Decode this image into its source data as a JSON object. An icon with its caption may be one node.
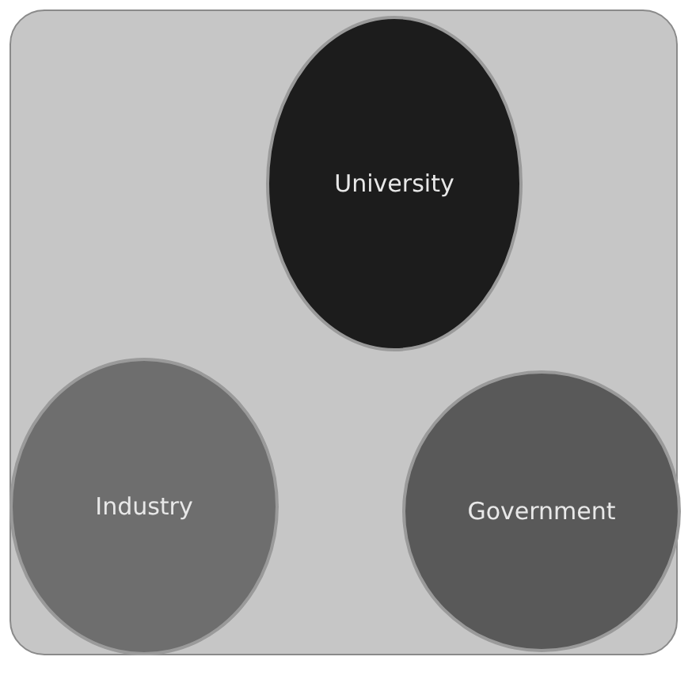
{
  "diagram": {
    "nodes": [
      {
        "text": [
          "University"
        ]
      },
      {
        "text": [
          "Industry"
        ]
      },
      {
        "text": [
          "Government"
        ]
      }
    ]
  }
}
